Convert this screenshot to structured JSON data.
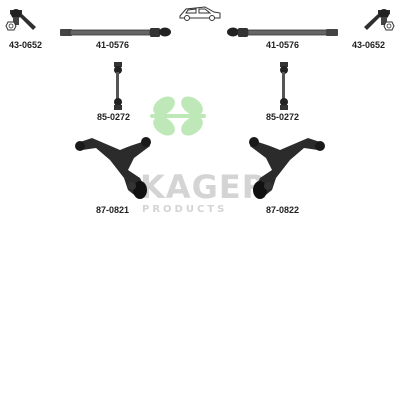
{
  "parts": {
    "tie_rod_end_left": "43-0652",
    "axial_rod_left": "41-0576",
    "axial_rod_right": "41-0576",
    "tie_rod_end_right": "43-0652",
    "stabiliser_link_left": "85-0272",
    "stabiliser_link_right": "85-0272",
    "control_arm_left": "87-0821",
    "control_arm_right": "87-0822"
  },
  "watermark": {
    "brand": "KAGER",
    "tagline": "PRODUCTS"
  },
  "colors": {
    "part": "#333333",
    "label": "#222222",
    "watermark_leaf": "#b8e6b0",
    "watermark_text": "#d4d4d4"
  },
  "icons": [
    "car-icon",
    "clover-leaf-logo"
  ]
}
